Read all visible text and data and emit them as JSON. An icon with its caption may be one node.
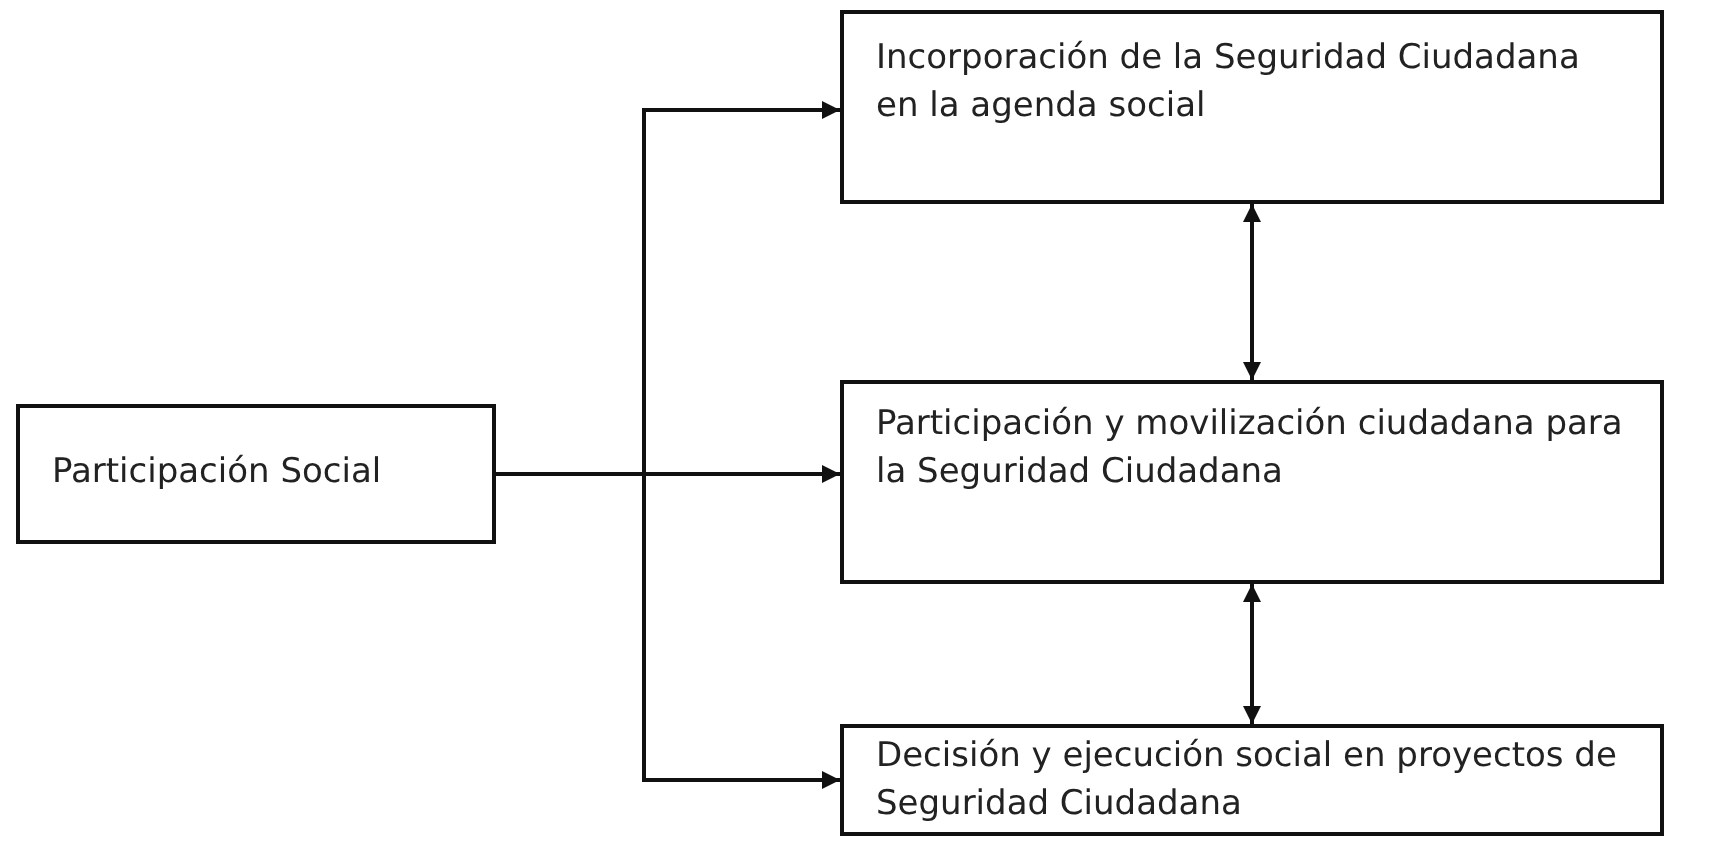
{
  "diagram": {
    "nodes": [
      {
        "text": [
          "Participación Social"
        ]
      },
      {
        "text": [
          "Incorporación de la Seguridad Ciudadana en la agenda social"
        ]
      },
      {
        "text": [
          "Participación y movilización ciudadana para la Seguridad Ciudadana"
        ]
      },
      {
        "text": [
          "Decisión y ejecución social en proyectos de Seguridad Ciudadana"
        ]
      }
    ],
    "edges": [
      {
        "from": 0,
        "to": 1,
        "arrow": "to"
      },
      {
        "from": 0,
        "to": 2,
        "arrow": "to"
      },
      {
        "from": 0,
        "to": 3,
        "arrow": "to"
      },
      {
        "from": 1,
        "to": 2,
        "arrow": "both"
      },
      {
        "from": 2,
        "to": 3,
        "arrow": "both"
      }
    ]
  }
}
